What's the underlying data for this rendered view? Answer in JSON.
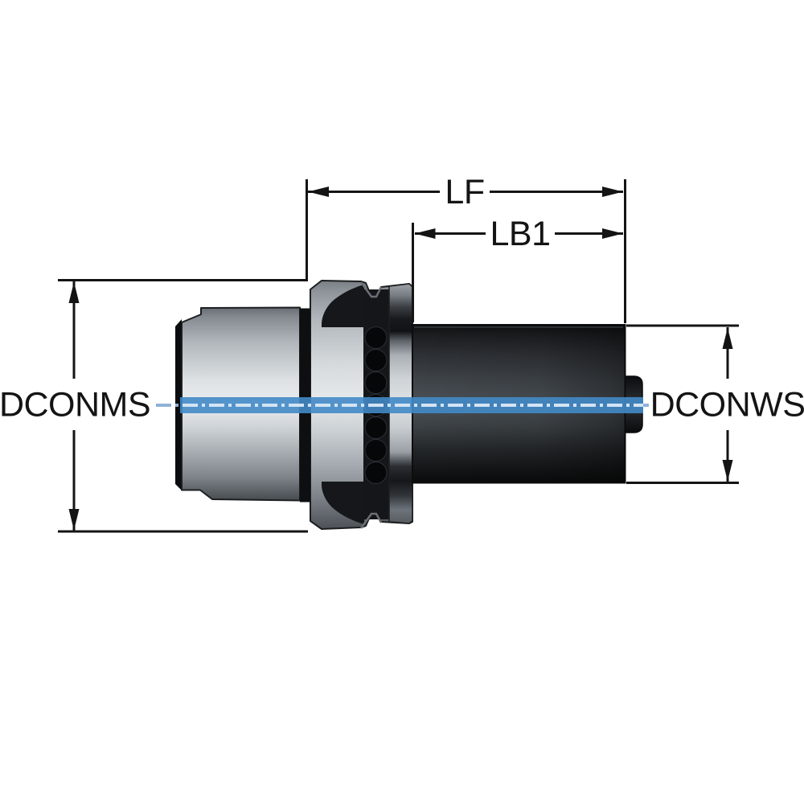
{
  "diagram": {
    "type": "technical-drawing",
    "labels": {
      "lf": "LF",
      "lb1": "LB1",
      "dconms": "DCONMS",
      "dconws": "DCONWS"
    },
    "colors": {
      "background": "#ffffff",
      "dimension_line": "#141414",
      "centerline_band": "#4289c6",
      "centerline_dash_on_band": "#d3e4f4",
      "centerline_dash_on_white": "#8fb2d8",
      "body_dark": "#0e0f10",
      "body_metal_light": "#e6e9eb"
    }
  }
}
